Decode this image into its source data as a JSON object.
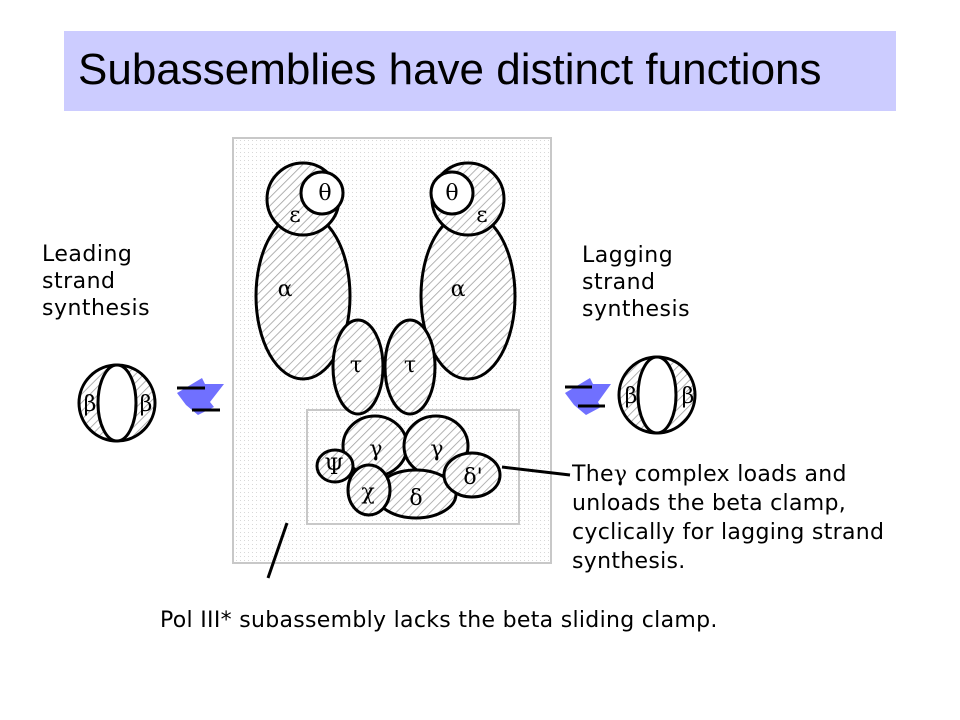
{
  "title": "Subassemblies have distinct functions",
  "labels": {
    "leading": "Leading\nstrand\nsynthesis",
    "lagging": "Lagging\nstrand\nsynthesis"
  },
  "gamma_caption": {
    "prefix": "The",
    "symbol": "γ",
    "rest": " complex loads and\nunloads the beta clamp,\ncyclically for lagging strand\nsynthesis."
  },
  "bottom_caption": "Pol III* subassembly lacks the beta sliding clamp.",
  "subunits": {
    "theta": "θ",
    "epsilon": "ε",
    "alpha": "α",
    "tau": "τ",
    "gamma": "γ",
    "psi": "Ψ",
    "chi": "χ",
    "delta": "δ",
    "delta_prime": "δ'",
    "beta": "β"
  },
  "colors": {
    "title_bg": "#ccccff",
    "hatch": "#9a9a9a",
    "panel_border": "#d0d0d0",
    "arrow_blue": "#7070ff"
  }
}
